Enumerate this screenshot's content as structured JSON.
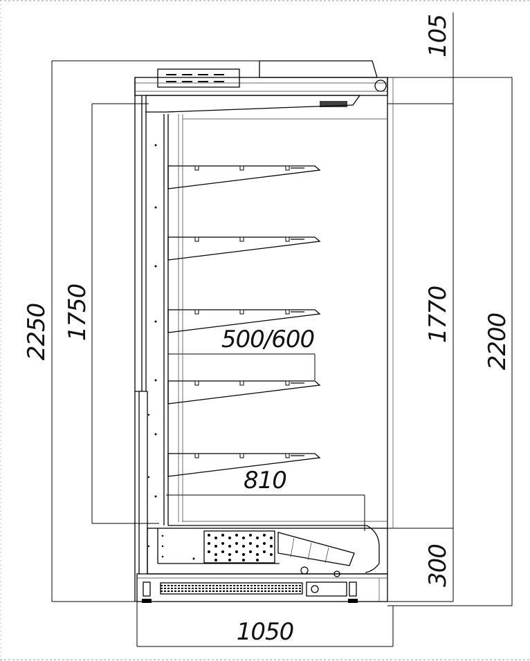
{
  "dimensions": {
    "height_overall": "2250",
    "height_display": "1750",
    "height_body": "1770",
    "height_total": "2200",
    "top_canopy": "105",
    "base": "300",
    "width": "1050",
    "shelf_depth": "500/600",
    "inner_depth": "810"
  }
}
